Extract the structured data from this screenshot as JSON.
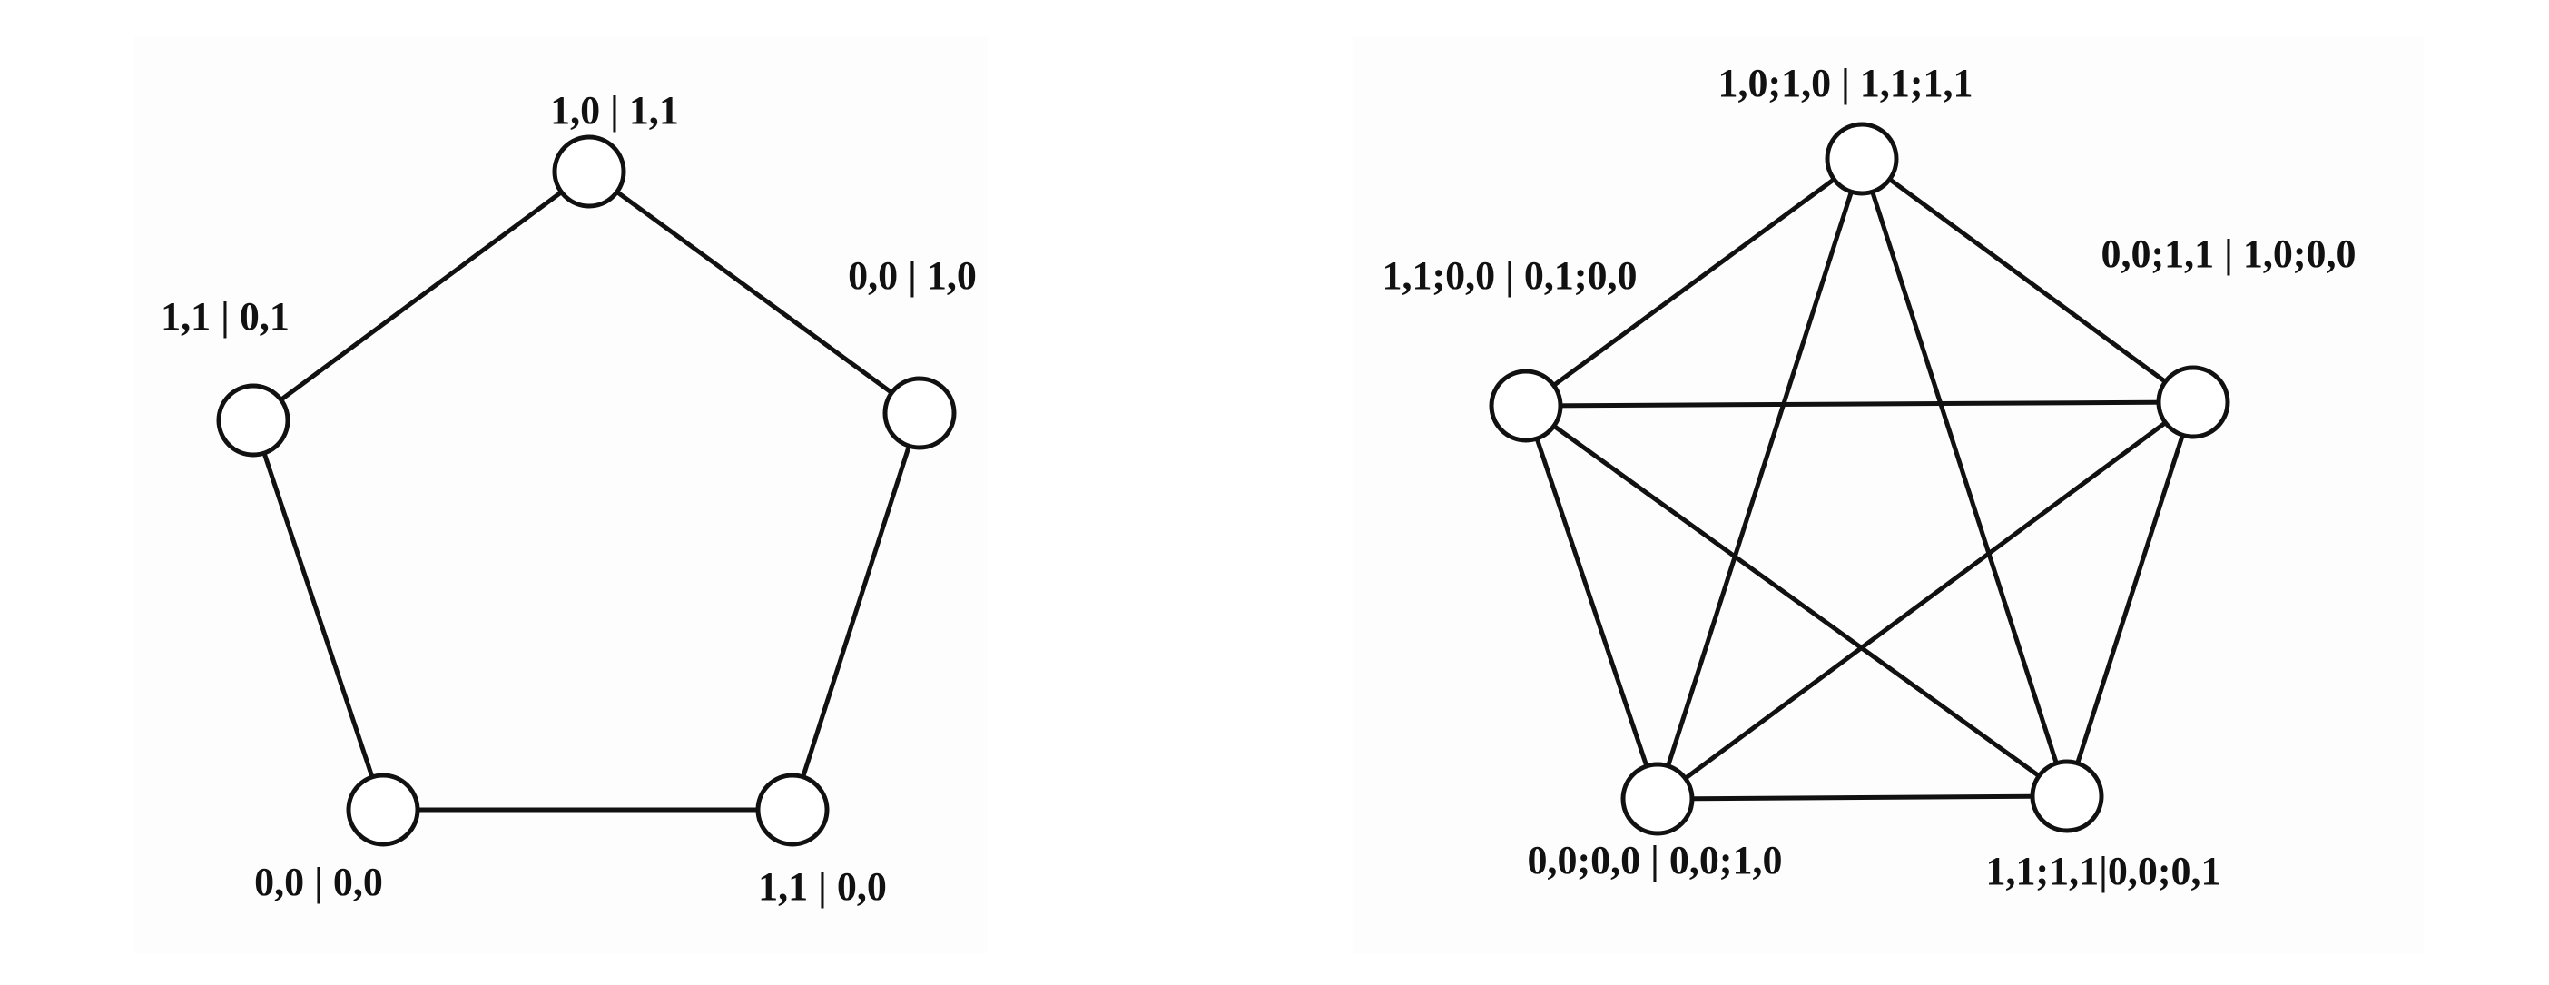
{
  "graphs": [
    {
      "id": "cycle",
      "nodes": [
        {
          "id": "top",
          "label": "1,0 | 1,1"
        },
        {
          "id": "right",
          "label": "0,0 | 1,0"
        },
        {
          "id": "bottom-right",
          "label": "1,1 | 0,0"
        },
        {
          "id": "bottom-left",
          "label": "0,0 | 0,0"
        },
        {
          "id": "left",
          "label": "1,1 | 0,1"
        }
      ],
      "edges": [
        [
          "top",
          "right"
        ],
        [
          "right",
          "bottom-right"
        ],
        [
          "bottom-right",
          "bottom-left"
        ],
        [
          "bottom-left",
          "left"
        ],
        [
          "left",
          "top"
        ]
      ]
    },
    {
      "id": "complete",
      "nodes": [
        {
          "id": "top",
          "label": "1,0;1,0 | 1,1;1,1"
        },
        {
          "id": "right",
          "label": "0,0;1,1 | 1,0;0,0"
        },
        {
          "id": "bottom-right",
          "label": "1,1;1,1|0,0;0,1"
        },
        {
          "id": "bottom-left",
          "label": "0,0;0,0 | 0,0;1,0"
        },
        {
          "id": "left",
          "label": "1,1;0,0 | 0,1;0,0"
        }
      ],
      "edges": [
        [
          "top",
          "right"
        ],
        [
          "right",
          "bottom-right"
        ],
        [
          "bottom-right",
          "bottom-left"
        ],
        [
          "bottom-left",
          "left"
        ],
        [
          "left",
          "top"
        ],
        [
          "top",
          "bottom-right"
        ],
        [
          "top",
          "bottom-left"
        ],
        [
          "left",
          "right"
        ],
        [
          "left",
          "bottom-right"
        ],
        [
          "right",
          "bottom-left"
        ]
      ]
    }
  ],
  "colors": {
    "stroke": "#111111",
    "node_fill": "#ffffff",
    "background": "#ffffff"
  }
}
